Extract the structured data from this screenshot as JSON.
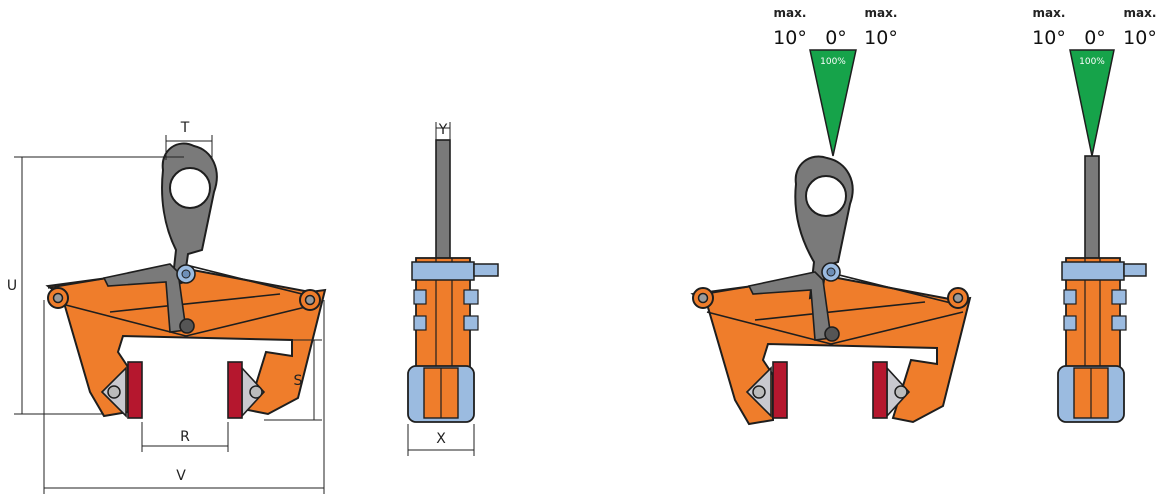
{
  "dimensions": {
    "T": "T",
    "U": "U",
    "S": "S",
    "R": "R",
    "V": "V",
    "Y": "Y",
    "X": "X"
  },
  "angle_indicators": [
    {
      "left_max_label": "max.",
      "left_angle": "10°",
      "center_angle": "0°",
      "right_max_label": "max.",
      "right_angle": "10°",
      "capacity": "100%"
    },
    {
      "left_max_label": "max.",
      "left_angle": "10°",
      "center_angle": "0°",
      "right_max_label": "max.",
      "right_angle": "10°",
      "capacity": "100%"
    }
  ],
  "colors": {
    "body": "#ef7d2b",
    "outline": "#1e1e1e",
    "shackle": "#7a7a7a",
    "bolt": "#9bbbe0",
    "pad": "#b5172e",
    "pad_holder": "#c9c9cf",
    "indicator": "#16a34a"
  }
}
